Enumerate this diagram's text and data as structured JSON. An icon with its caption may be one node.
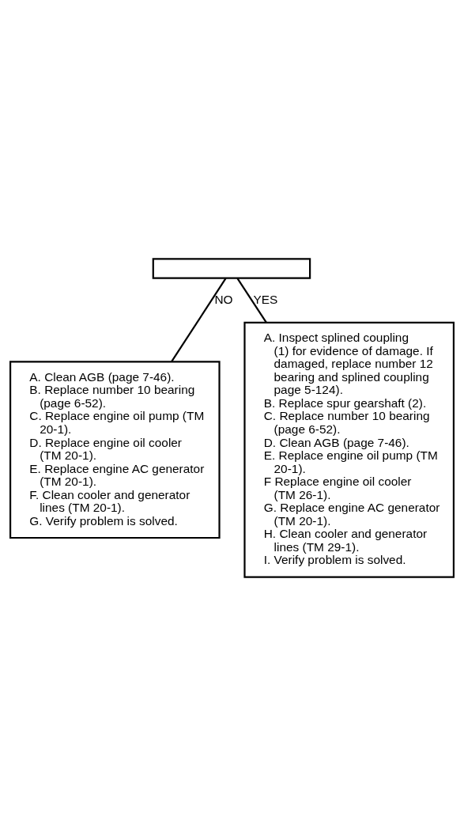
{
  "diagram": {
    "nodes": [
      {
        "text": [],
        "shape": "box"
      },
      {
        "text": [
          "A. Inspect splined coupling (1) for evidence of damage. If damaged, replace number 12 bearing and splined coupling page 5-124).",
          "B. Replace spur gearshaft (2).",
          "C. Replace number 10 bearing (page 6-52).",
          "D. Clean AGB (page 7-46).",
          "E. Replace engine oil pump (TM 20-1).",
          "F Replace engine oil cooler (TM 26-1).",
          "G. Replace engine AC generator (TM 20-1).",
          "H. Clean cooler and generator lines (TM 29-1).",
          "I. Verify problem is solved."
        ]
      },
      {
        "text": [
          "A. Clean AGB (page 7-46).",
          "B. Replace number 10 bearing (page 6-52).",
          "C. Replace engine oil pump (TM 20-1).",
          "D. Replace engine oil cooler (TM 20-1).",
          "E. Replace engine AC generator (TM 20-1).",
          "F. Clean cooler and generator lines (TM 20-1).",
          "G. Verify problem is solved."
        ]
      }
    ],
    "edges": [
      {
        "from": 0,
        "to": 2,
        "arrow": "none",
        "label": "NO"
      },
      {
        "from": 0,
        "to": 1,
        "arrow": "none",
        "label": "YES"
      }
    ]
  }
}
